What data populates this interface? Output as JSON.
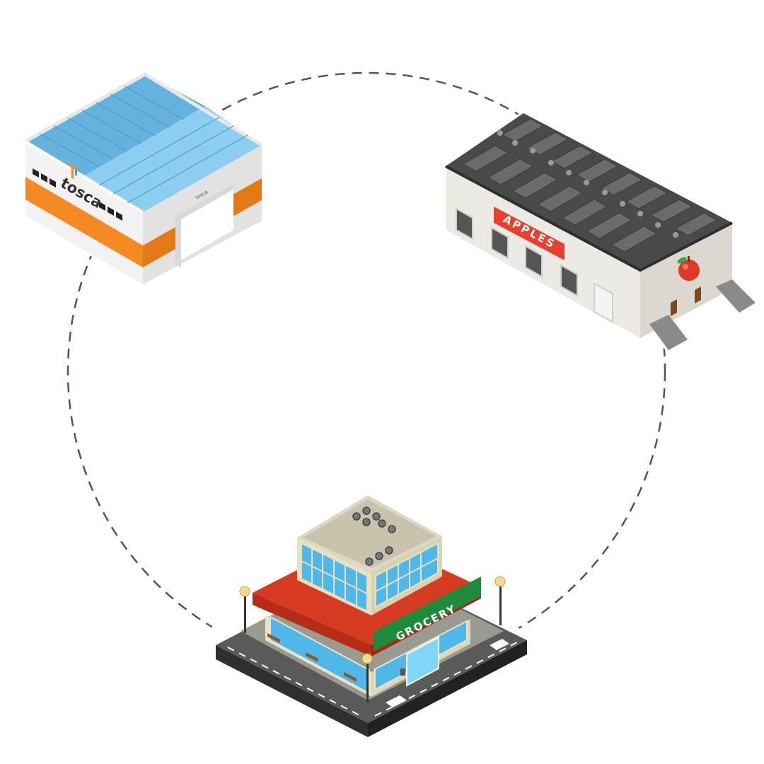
{
  "diagram": {
    "type": "cycle",
    "connector_style": "dashed-circle",
    "nodes": [
      {
        "id": "tosca-warehouse",
        "kind": "warehouse",
        "logo_text": "tosca",
        "door_logo_text": "tosca",
        "colors": {
          "roof": "#7ec4ea",
          "stripe": "#f58a22",
          "wall": "#f1f1f1"
        }
      },
      {
        "id": "apples-warehouse",
        "kind": "storage-warehouse",
        "sign_text": "APPLES",
        "icon": "apple-icon",
        "colors": {
          "roof": "#4a4a4a",
          "sign": "#e8402f",
          "wall": "#e6e3dc"
        }
      },
      {
        "id": "grocery-store",
        "kind": "store",
        "sign_text": "GROCERY",
        "colors": {
          "awning": "#d73b21",
          "sign": "#1f8a3c",
          "glass": "#5ac6ef",
          "road": "#555555"
        }
      }
    ],
    "edges": [
      {
        "from": "tosca-warehouse",
        "to": "apples-warehouse"
      },
      {
        "from": "apples-warehouse",
        "to": "grocery-store"
      },
      {
        "from": "grocery-store",
        "to": "tosca-warehouse"
      }
    ]
  }
}
